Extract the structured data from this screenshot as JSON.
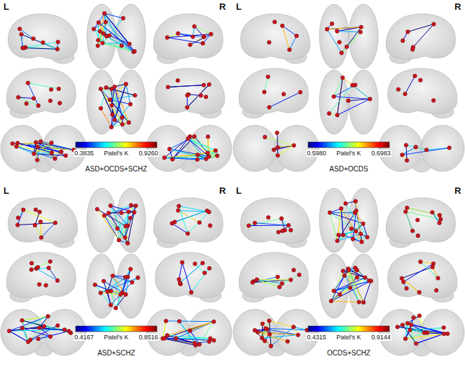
{
  "diagram": {
    "labels": [
      "L",
      "R",
      "L",
      "R",
      "0.3835",
      "Patel's K",
      "0.9260",
      "ASD+OCDS+SCHZ",
      "0.5980",
      "Patel's K",
      "0.6983",
      "ASD+OCDS",
      "L",
      "R",
      "L",
      "R",
      "0.4167",
      "Patel's K",
      "0.8516",
      "ASD+SCHZ",
      "0.4315",
      "Patel's K",
      "0.9144",
      "OCDS+SCHZ"
    ]
  }
}
